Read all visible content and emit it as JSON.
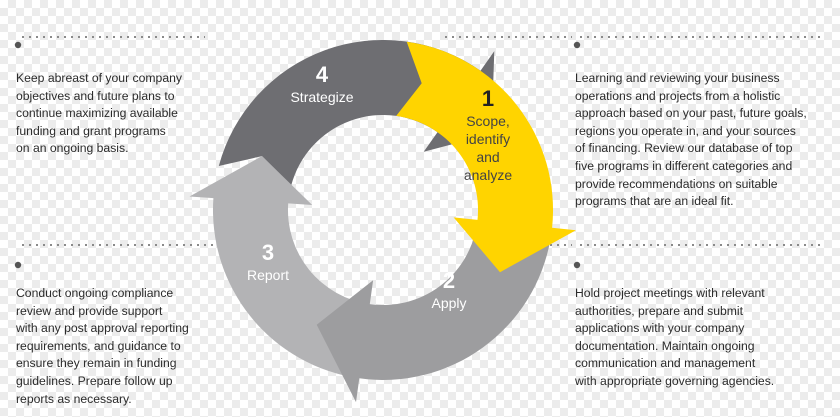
{
  "steps": [
    {
      "number": "1",
      "label_lines": [
        "Scope,",
        "identify",
        "and",
        "analyze"
      ],
      "color": "#ffd400"
    },
    {
      "number": "2",
      "label_lines": [
        "Apply"
      ],
      "color": "#9d9d9f"
    },
    {
      "number": "3",
      "label_lines": [
        "Report"
      ],
      "color": "#b3b3b5"
    },
    {
      "number": "4",
      "label_lines": [
        "Strategize"
      ],
      "color": "#6e6e72"
    }
  ],
  "notes": {
    "top_left": "Keep abreast of your company\nobjectives and future plans to\ncontinue maximizing available\nfunding and grant programs\non an ongoing basis.",
    "top_right": "Learning and reviewing your business\noperations and projects from a holistic\napproach based on your past, future goals,\nregions you operate in, and your sources\nof financing. Review our database of top\nfive programs in different categories and\nprovide recommendations on suitable\nprograms that are an ideal fit.",
    "bottom_left": "Conduct ongoing compliance\nreview and provide support\nwith any post approval reporting\nrequirements, and guidance to\nensure they remain in funding\nguidelines. Prepare follow up\nreports as necessary.",
    "bottom_right": "Hold project meetings with relevant\nauthorities, prepare and submit\napplications with your company\ndocumentation. Maintain ongoing\ncommunication and management\nwith appropriate governing agencies."
  },
  "colors": {
    "text_dark": "#2b2b2b",
    "text_on_yellow": "#444444",
    "text_on_gray": "#ffffff",
    "guide_line": "#8a8a8a"
  }
}
